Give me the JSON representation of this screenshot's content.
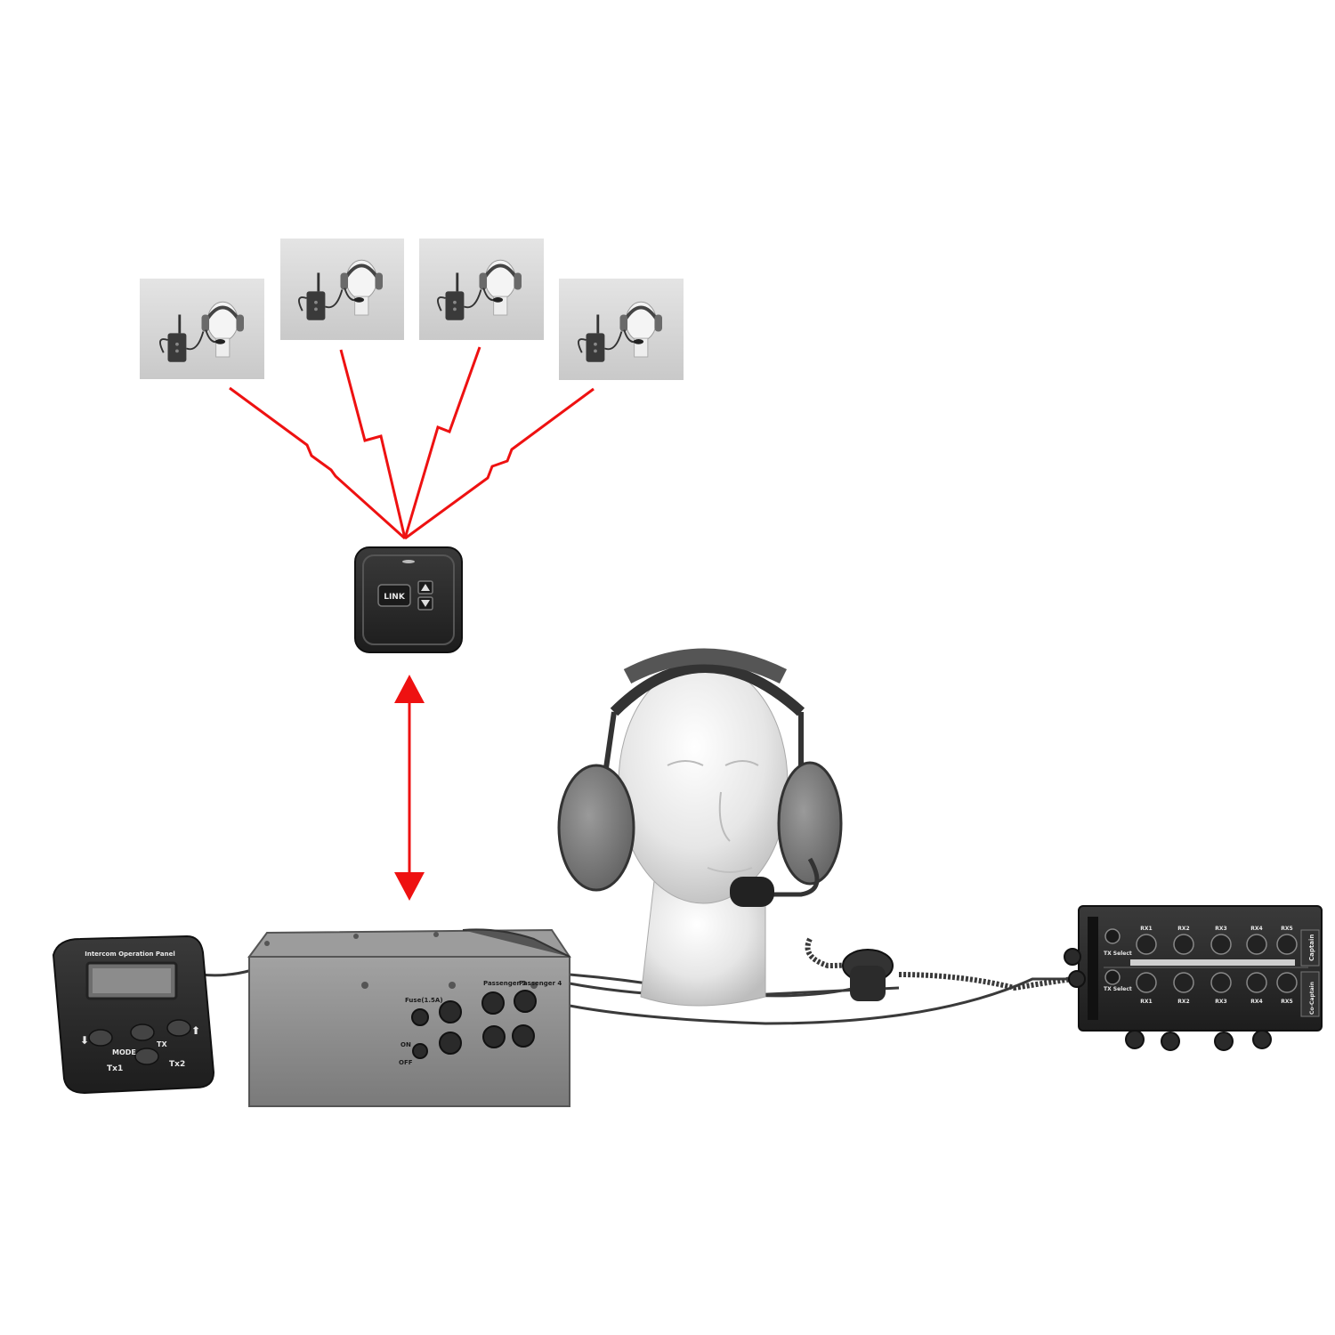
{
  "colors": {
    "link_arrows": "#ee1111",
    "background": "#ffffff",
    "device_dark": "#2b2b2b",
    "device_grey": "#8a8a8a"
  },
  "nodes": {
    "wireless_headsets": [
      {
        "icon": "wireless-headset-beltpack-photo"
      },
      {
        "icon": "wireless-headset-beltpack-photo"
      },
      {
        "icon": "wireless-headset-beltpack-photo"
      },
      {
        "icon": "wireless-headset-beltpack-photo"
      }
    ],
    "base_station": {
      "icon": "wireless-base-station",
      "link_label": "LINK"
    },
    "operation_panel": {
      "icon": "intercom-operation-panel",
      "title": "Intercom Operation Panel",
      "mode_label": "MODE",
      "tx_label": "TX",
      "tx1_label": "Tx1",
      "tx2_label": "Tx2"
    },
    "main_unit": {
      "icon": "intercom-main-unit",
      "fuse_label": "Fuse(1.5A)",
      "on_label": "ON",
      "off_label": "OFF",
      "passenger3_label": "Passenger 3",
      "passenger4_label": "Passenger 4"
    },
    "wired_headset": {
      "icon": "wired-headset-on-mannequin"
    },
    "audio_control_box": {
      "icon": "audio-control-box",
      "tx_select_label": "TX Select",
      "channels_top": [
        "RX1",
        "RX2",
        "RX3",
        "RX4",
        "RX5"
      ],
      "channels_bottom": [
        "RX1",
        "RX2",
        "RX3",
        "RX4",
        "RX5"
      ],
      "captain_label": "Captain",
      "copilot_label": "Co-Captain"
    }
  }
}
